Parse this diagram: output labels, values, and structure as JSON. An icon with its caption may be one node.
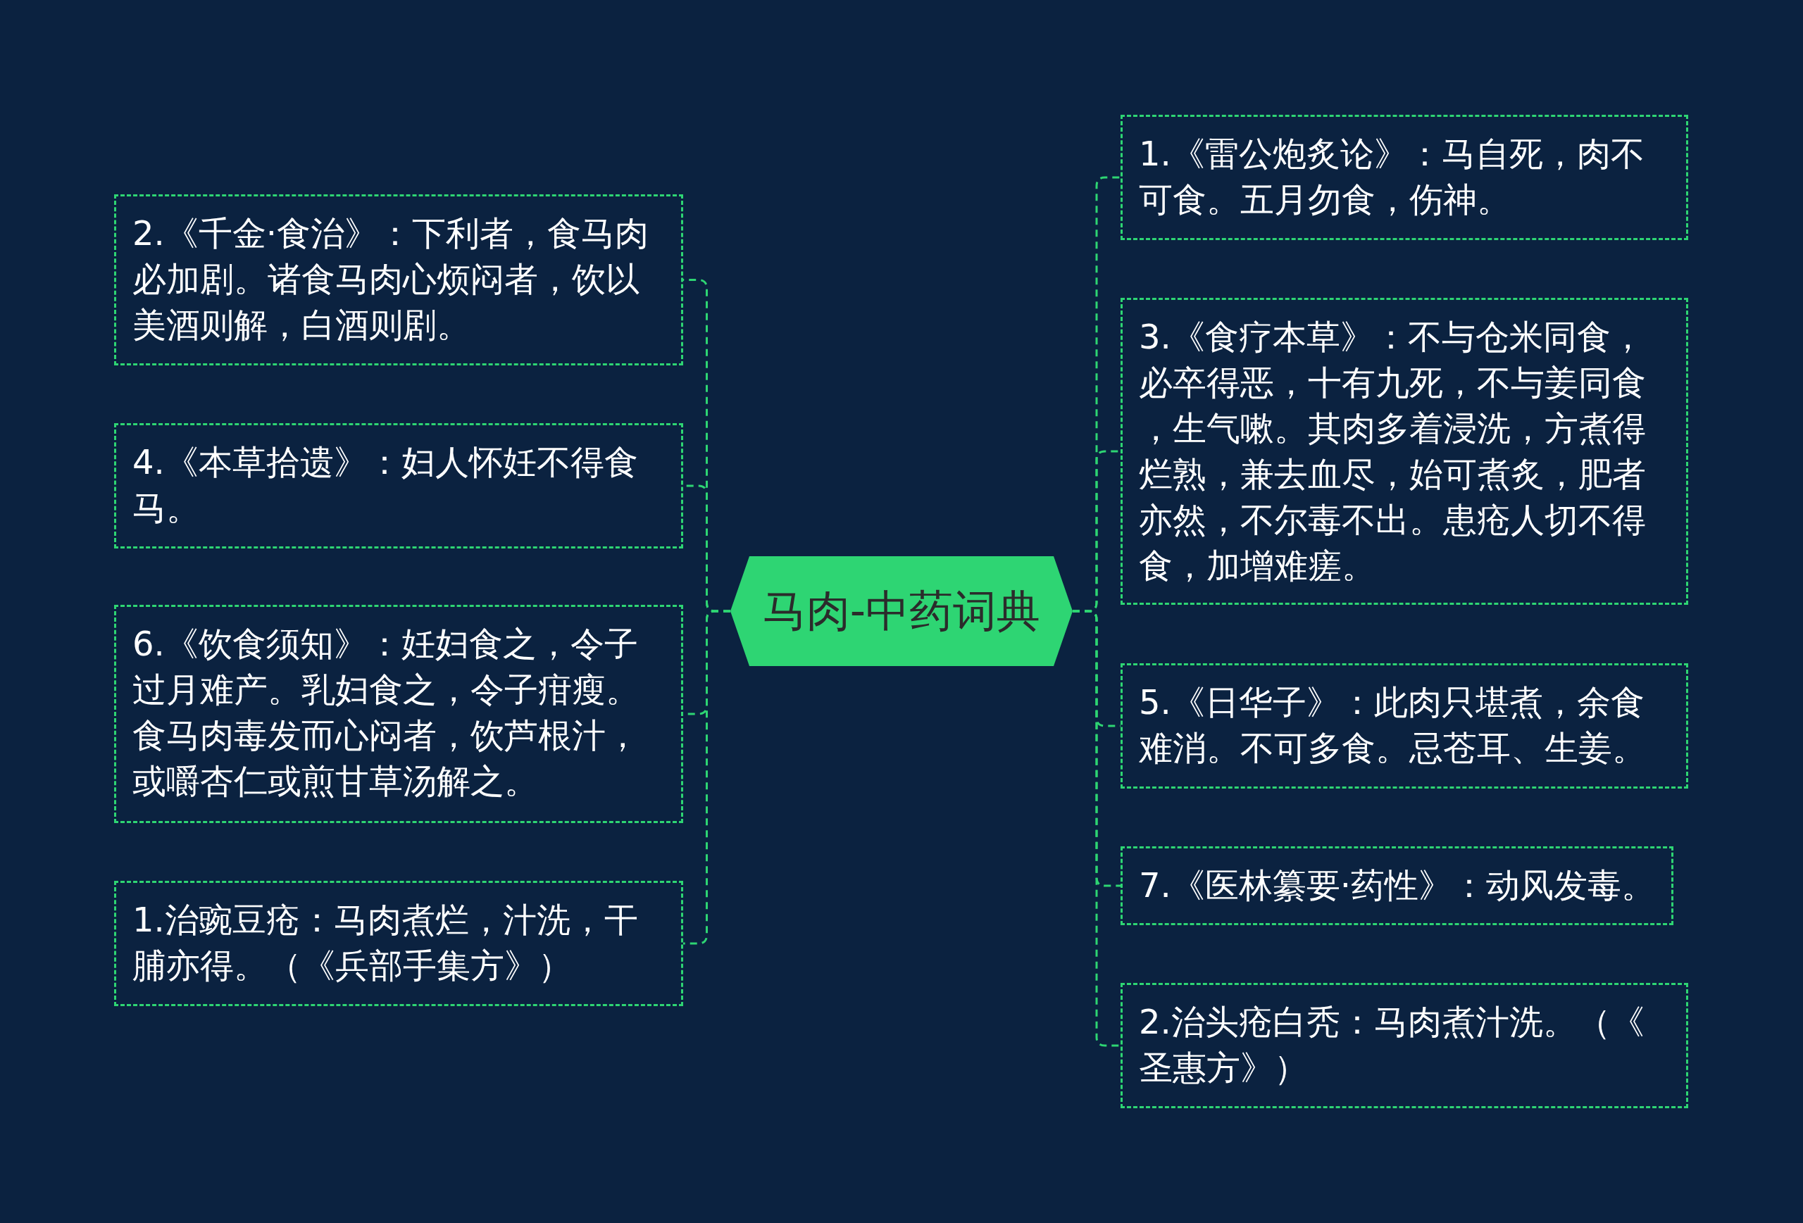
{
  "diagram": {
    "nodes": [
      {
        "text": [
          "马肉-中药词典"
        ]
      },
      {
        "text": [
          "1.《雷公炮炙论》：马自死，肉不可食。五月勿食，伤神。"
        ]
      },
      {
        "text": [
          "2.《千金·食治》：下利者，食马肉必加剧。诸食马肉心烦闷者，饮以美酒则解，白酒则剧。"
        ]
      },
      {
        "text": [
          "3.《食疗本草》：不与仓米同食，必卒得恶，十有九死，不与姜同食，生气嗽。其肉多着浸洗，方煮得烂熟，兼去血尽，始可煮炙，肥者亦然，不尔毒不出。患疮人切不得食，加增难瘥。"
        ]
      },
      {
        "text": [
          "4.《本草拾遗》：妇人怀妊不得食马。"
        ]
      },
      {
        "text": [
          "5.《日华子》：此肉只堪煮，余食难消。不可多食。忌苍耳、生姜。"
        ]
      },
      {
        "text": [
          "6.《饮食须知》：妊妇食之，令子过月难产。乳妇食之，令子疳瘦。食马肉毒发而心闷者，饮芦根汁，或嚼杏仁或煎甘草汤解之。"
        ]
      },
      {
        "text": [
          "7.《医林纂要·药性》：动风发毒。"
        ]
      },
      {
        "text": [
          "1.治豌豆疮：马肉煮烂，汁洗，干脯亦得。（《兵部手集方》）"
        ]
      },
      {
        "text": [
          "2.治头疮白秃：马肉煮汁洗。（《圣惠方》）"
        ]
      }
    ],
    "edges": [
      {
        "from": 0,
        "to": 1,
        "arrow": "none"
      },
      {
        "from": 0,
        "to": 2,
        "arrow": "none"
      },
      {
        "from": 0,
        "to": 3,
        "arrow": "none"
      },
      {
        "from": 0,
        "to": 4,
        "arrow": "none"
      },
      {
        "from": 0,
        "to": 5,
        "arrow": "none"
      },
      {
        "from": 0,
        "to": 6,
        "arrow": "none"
      },
      {
        "from": 0,
        "to": 7,
        "arrow": "none"
      },
      {
        "from": 0,
        "to": 8,
        "arrow": "none"
      },
      {
        "from": 0,
        "to": 9,
        "arrow": "none"
      }
    ]
  }
}
